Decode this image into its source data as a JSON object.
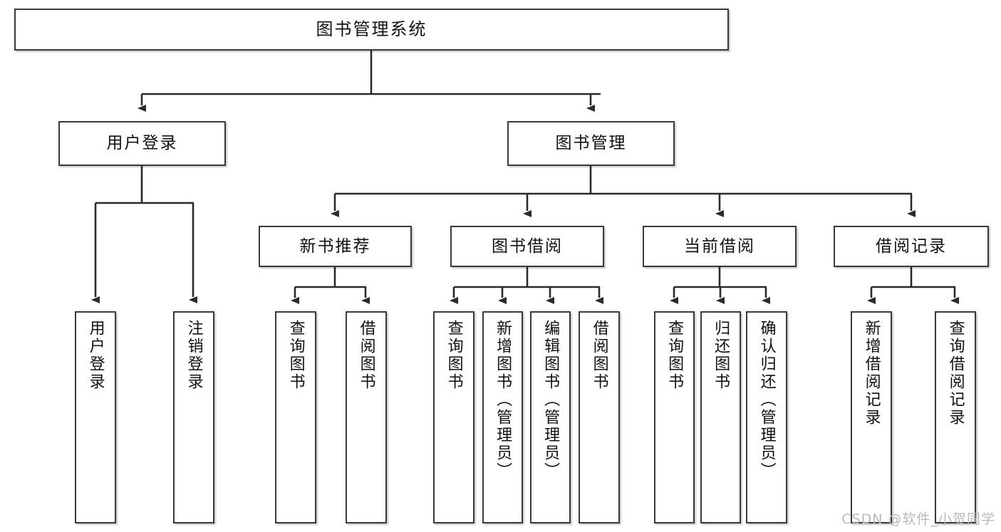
{
  "diagram": {
    "type": "tree-hierarchy",
    "title": "图书管理系统",
    "orientation": "top-down",
    "colors": {
      "box_border": "#3a3a3a",
      "box_fill": "#ffffff",
      "edge": "#2b2b2b",
      "text": "#111111",
      "watermark": "#b9b9b9",
      "background": "#ffffff"
    }
  },
  "nodes": {
    "root": {
      "label": "图书管理系统"
    },
    "level2": [
      {
        "id": "user-login",
        "label": "用户登录"
      },
      {
        "id": "book-management",
        "label": "图书管理"
      }
    ],
    "level3": [
      {
        "id": "new-book-recommend",
        "label": "新书推荐"
      },
      {
        "id": "book-borrow",
        "label": "图书借阅"
      },
      {
        "id": "current-borrow",
        "label": "当前借阅"
      },
      {
        "id": "borrow-record",
        "label": "借阅记录"
      }
    ],
    "leaves": {
      "user-login": [
        {
          "id": "leaf-user-login",
          "label": "用户登录"
        },
        {
          "id": "leaf-logout-login",
          "label": "注销登录"
        }
      ],
      "new-book-recommend": [
        {
          "id": "leaf-query-book-1",
          "label": "查询图书"
        },
        {
          "id": "leaf-borrow-book-1",
          "label": "借阅图书"
        }
      ],
      "book-borrow": [
        {
          "id": "leaf-query-book-2",
          "label": "查询图书"
        },
        {
          "id": "leaf-add-book-admin",
          "label": "新增图书（管理员）"
        },
        {
          "id": "leaf-edit-book-admin",
          "label": "编辑图书（管理员）"
        },
        {
          "id": "leaf-borrow-book-2",
          "label": "借阅图书"
        }
      ],
      "current-borrow": [
        {
          "id": "leaf-query-book-3",
          "label": "查询图书"
        },
        {
          "id": "leaf-return-book",
          "label": "归还图书"
        },
        {
          "id": "leaf-confirm-return-admin",
          "label": "确认归还（管理员）"
        }
      ],
      "borrow-record": [
        {
          "id": "leaf-add-borrow-record",
          "label": "新增借阅记录"
        },
        {
          "id": "leaf-query-borrow-record",
          "label": "查询借阅记录"
        }
      ]
    }
  },
  "watermark": {
    "text": "CSDN @软件_小贺同学"
  }
}
